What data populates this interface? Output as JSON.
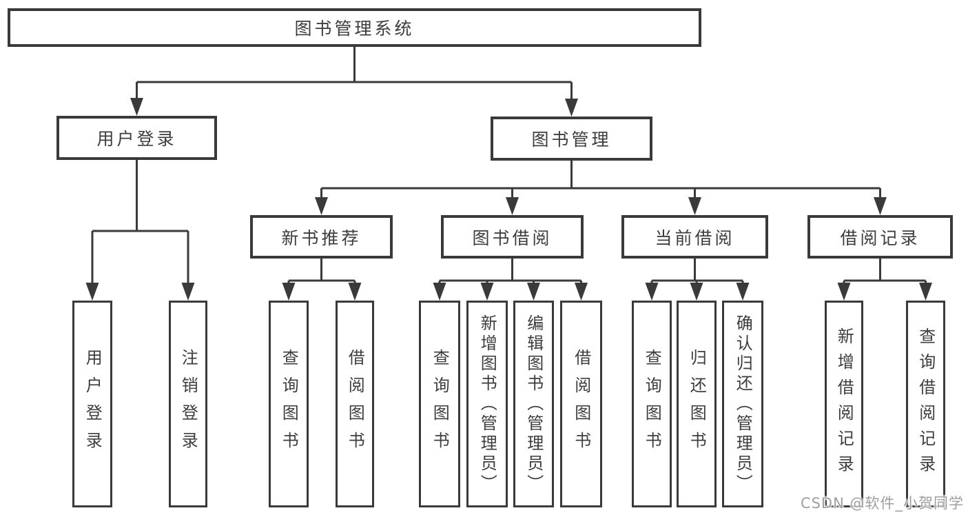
{
  "diagram": {
    "root": {
      "label": "图书管理系统"
    },
    "level2": [
      {
        "label": "用户登录"
      },
      {
        "label": "图书管理"
      }
    ],
    "level3": [
      {
        "label": "新书推荐"
      },
      {
        "label": "图书借阅"
      },
      {
        "label": "当前借阅"
      },
      {
        "label": "借阅记录"
      }
    ],
    "leaves": {
      "user_login": [
        {
          "label": "用户登录"
        },
        {
          "label": "注销登录"
        }
      ],
      "new_book_recommend": [
        {
          "label": "查询图书"
        },
        {
          "label": "借阅图书"
        }
      ],
      "book_borrowing": [
        {
          "label": "查询图书"
        },
        {
          "label": "新增图书（管理员）"
        },
        {
          "label": "编辑图书（管理员）"
        },
        {
          "label": "借阅图书"
        }
      ],
      "current_borrowing": [
        {
          "label": "查询图书"
        },
        {
          "label": "归还图书"
        },
        {
          "label": "确认归还（管理员）"
        }
      ],
      "borrowing_records": [
        {
          "label": "新增借阅记录"
        },
        {
          "label": "查询借阅记录"
        }
      ]
    },
    "colors": {
      "line": "#3a3a3a",
      "box_border": "#3a3a3a",
      "text": "#3d3d3d",
      "watermark": "#9e9e9e"
    }
  },
  "watermark": {
    "text": "CSDN @软件_小贺同学"
  }
}
